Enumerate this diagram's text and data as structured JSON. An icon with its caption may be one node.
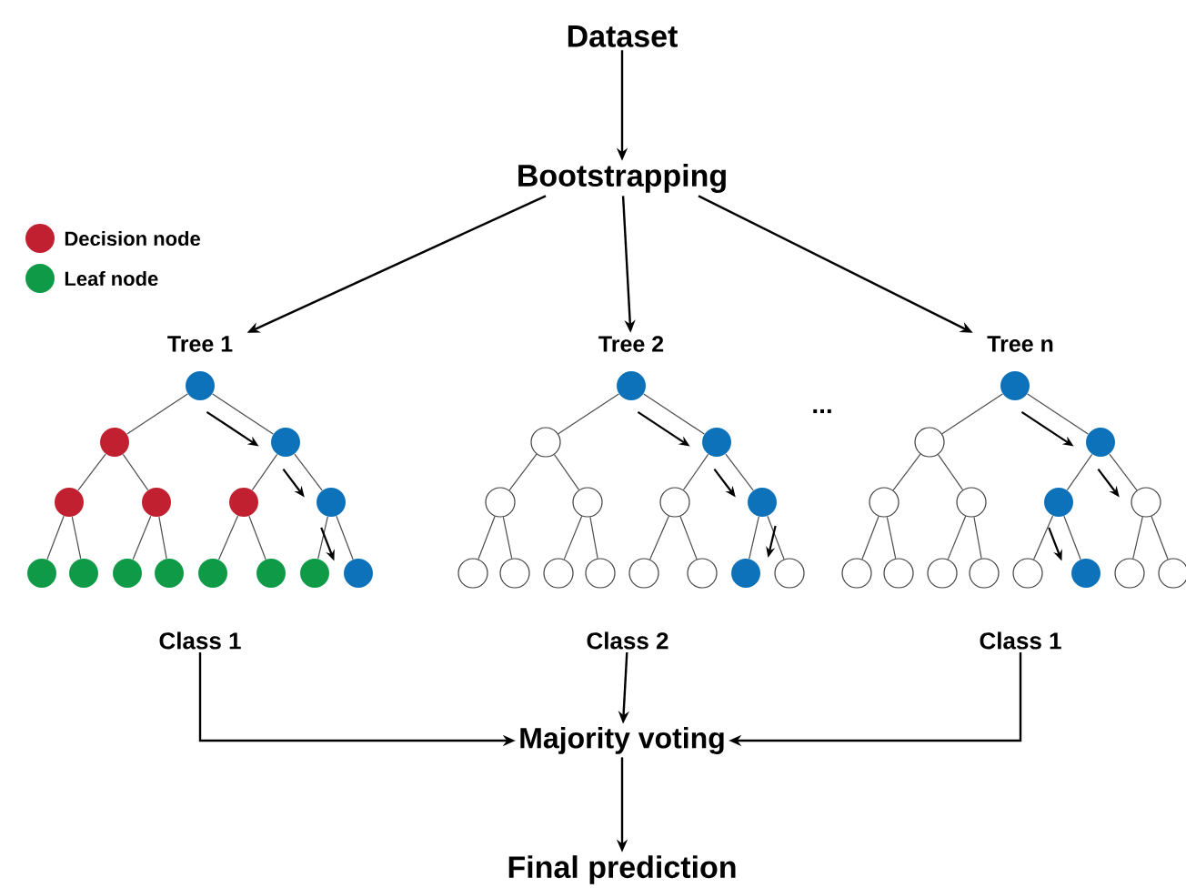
{
  "diagram": {
    "nodes": [
      {
        "text": [
          "Dataset"
        ]
      },
      {
        "text": [
          "Bootstrapping"
        ]
      },
      {
        "text": [
          "Tree 1"
        ]
      },
      {
        "text": [
          "Tree 2"
        ]
      },
      {
        "text": [
          "Tree n"
        ]
      },
      {
        "text": [],
        "shape": "circle"
      },
      {
        "text": [],
        "shape": "circle"
      },
      {
        "text": [],
        "shape": "circle"
      },
      {
        "text": [],
        "shape": "circle"
      },
      {
        "text": [],
        "shape": "circle"
      },
      {
        "text": [],
        "shape": "circle"
      },
      {
        "text": [],
        "shape": "circle"
      },
      {
        "text": [],
        "shape": "circle"
      },
      {
        "text": [],
        "shape": "circle"
      },
      {
        "text": [],
        "shape": "circle"
      },
      {
        "text": [],
        "shape": "circle"
      },
      {
        "text": [],
        "shape": "circle"
      },
      {
        "text": [],
        "shape": "circle"
      },
      {
        "text": [],
        "shape": "circle"
      },
      {
        "text": [],
        "shape": "circle"
      },
      {
        "text": [],
        "shape": "circle"
      },
      {
        "text": [],
        "shape": "circle"
      },
      {
        "text": [],
        "shape": "circle"
      },
      {
        "text": [],
        "shape": "circle"
      },
      {
        "text": [],
        "shape": "circle"
      },
      {
        "text": [],
        "shape": "circle"
      },
      {
        "text": [],
        "shape": "circle"
      },
      {
        "text": [],
        "shape": "circle"
      },
      {
        "text": [],
        "shape": "circle"
      },
      {
        "text": [],
        "shape": "circle"
      },
      {
        "text": [],
        "shape": "circle"
      },
      {
        "text": [],
        "shape": "circle"
      },
      {
        "text": [],
        "shape": "circle"
      },
      {
        "text": [],
        "shape": "circle"
      },
      {
        "text": [],
        "shape": "circle"
      },
      {
        "text": [],
        "shape": "circle"
      },
      {
        "text": [],
        "shape": "circle"
      },
      {
        "text": [],
        "shape": "circle"
      },
      {
        "text": [],
        "shape": "circle"
      },
      {
        "text": [],
        "shape": "circle"
      },
      {
        "text": [],
        "shape": "circle"
      },
      {
        "text": [],
        "shape": "circle"
      },
      {
        "text": [],
        "shape": "circle"
      },
      {
        "text": [],
        "shape": "circle"
      },
      {
        "text": [],
        "shape": "circle"
      },
      {
        "text": [],
        "shape": "circle"
      },
      {
        "text": [],
        "shape": "circle"
      },
      {
        "text": [],
        "shape": "circle"
      },
      {
        "text": [],
        "shape": "circle"
      },
      {
        "text": [],
        "shape": "circle"
      },
      {
        "text": [
          "Class 1"
        ]
      },
      {
        "text": [
          "Class 2"
        ]
      },
      {
        "text": [
          "Class 1"
        ]
      },
      {
        "text": [
          "Majority voting"
        ]
      },
      {
        "text": [
          "Final prediction"
        ]
      }
    ],
    "edges": [
      {
        "from": 0,
        "to": 1,
        "arrow": "to"
      },
      {
        "from": 1,
        "to": 2,
        "arrow": "to"
      },
      {
        "from": 1,
        "to": 3,
        "arrow": "to"
      },
      {
        "from": 1,
        "to": 4,
        "arrow": "to"
      },
      {
        "from": 5,
        "to": 6,
        "arrow": "none"
      },
      {
        "from": 5,
        "to": 7,
        "arrow": "none"
      },
      {
        "from": 6,
        "to": 8,
        "arrow": "none"
      },
      {
        "from": 6,
        "to": 9,
        "arrow": "none"
      },
      {
        "from": 7,
        "to": 10,
        "arrow": "none"
      },
      {
        "from": 7,
        "to": 11,
        "arrow": "none"
      },
      {
        "from": 8,
        "to": 12,
        "arrow": "none"
      },
      {
        "from": 8,
        "to": 13,
        "arrow": "none"
      },
      {
        "from": 9,
        "to": 14,
        "arrow": "none"
      },
      {
        "from": 9,
        "to": 15,
        "arrow": "none"
      },
      {
        "from": 10,
        "to": 16,
        "arrow": "none"
      },
      {
        "from": 10,
        "to": 17,
        "arrow": "none"
      },
      {
        "from": 11,
        "to": 18,
        "arrow": "none"
      },
      {
        "from": 11,
        "to": 19,
        "arrow": "none"
      },
      {
        "from": 20,
        "to": 21,
        "arrow": "none"
      },
      {
        "from": 20,
        "to": 22,
        "arrow": "none"
      },
      {
        "from": 21,
        "to": 23,
        "arrow": "none"
      },
      {
        "from": 21,
        "to": 24,
        "arrow": "none"
      },
      {
        "from": 22,
        "to": 25,
        "arrow": "none"
      },
      {
        "from": 22,
        "to": 26,
        "arrow": "none"
      },
      {
        "from": 23,
        "to": 27,
        "arrow": "none"
      },
      {
        "from": 23,
        "to": 28,
        "arrow": "none"
      },
      {
        "from": 24,
        "to": 29,
        "arrow": "none"
      },
      {
        "from": 24,
        "to": 30,
        "arrow": "none"
      },
      {
        "from": 25,
        "to": 31,
        "arrow": "none"
      },
      {
        "from": 25,
        "to": 32,
        "arrow": "none"
      },
      {
        "from": 26,
        "to": 33,
        "arrow": "none"
      },
      {
        "from": 26,
        "to": 34,
        "arrow": "none"
      },
      {
        "from": 35,
        "to": 36,
        "arrow": "none"
      },
      {
        "from": 35,
        "to": 37,
        "arrow": "none"
      },
      {
        "from": 36,
        "to": 38,
        "arrow": "none"
      },
      {
        "from": 36,
        "to": 39,
        "arrow": "none"
      },
      {
        "from": 37,
        "to": 40,
        "arrow": "none"
      },
      {
        "from": 37,
        "to": 41,
        "arrow": "none"
      },
      {
        "from": 38,
        "to": 42,
        "arrow": "none"
      },
      {
        "from": 38,
        "to": 43,
        "arrow": "none"
      },
      {
        "from": 39,
        "to": 44,
        "arrow": "none"
      },
      {
        "from": 39,
        "to": 45,
        "arrow": "none"
      },
      {
        "from": 40,
        "to": 46,
        "arrow": "none"
      },
      {
        "from": 40,
        "to": 47,
        "arrow": "none"
      },
      {
        "from": 41,
        "to": 48,
        "arrow": "none"
      },
      {
        "from": 41,
        "to": 49,
        "arrow": "none"
      },
      {
        "from": 50,
        "to": 53,
        "arrow": "to"
      },
      {
        "from": 51,
        "to": 53,
        "arrow": "to"
      },
      {
        "from": 52,
        "to": 53,
        "arrow": "to"
      },
      {
        "from": 53,
        "to": 54,
        "arrow": "to"
      }
    ],
    "labels": [
      "..."
    ],
    "legend": [
      {
        "text": "Decision node",
        "color": "#c0202f"
      },
      {
        "text": "Leaf node",
        "color": "#0f9a48"
      }
    ]
  }
}
